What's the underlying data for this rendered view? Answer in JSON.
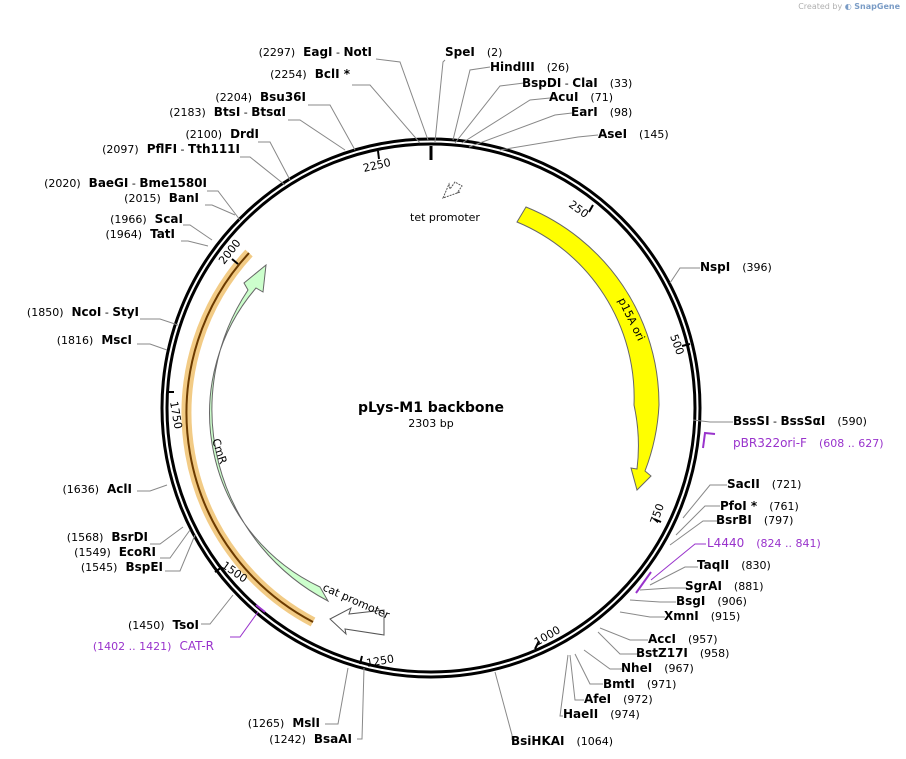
{
  "credit": {
    "prefix": "Created by",
    "brand": "SnapGene"
  },
  "plasmid": {
    "name": "pLys-M1 backbone",
    "size_label": "2303 bp",
    "length": 2303
  },
  "ticks": [
    "2250",
    "250",
    "500",
    "750",
    "1000",
    "1250",
    "1500",
    "1750",
    "2000"
  ],
  "enzymes": [
    {
      "name": "EagI",
      "sep": " - ",
      "name2": "NotI",
      "pos": "(2297)",
      "side": "left"
    },
    {
      "name": "BclI *",
      "pos": "(2254)",
      "side": "left"
    },
    {
      "name": "Bsu36I",
      "pos": "(2204)",
      "side": "left"
    },
    {
      "name": "BtsI",
      "sep": " - ",
      "name2": "BtsαI",
      "pos": "(2183)",
      "side": "left"
    },
    {
      "name": "DrdI",
      "pos": "(2100)",
      "side": "left"
    },
    {
      "name": "PflFI",
      "sep": " - ",
      "name2": "Tth111I",
      "pos": "(2097)",
      "side": "left"
    },
    {
      "name": "BaeGI",
      "sep": " - ",
      "name2": "Bme1580I",
      "pos": "(2020)",
      "side": "left"
    },
    {
      "name": "BanI",
      "pos": "(2015)",
      "side": "left"
    },
    {
      "name": "ScaI",
      "pos": "(1966)",
      "side": "left"
    },
    {
      "name": "TatI",
      "pos": "(1964)",
      "side": "left"
    },
    {
      "name": "NcoI",
      "sep": " - ",
      "name2": "StyI",
      "pos": "(1850)",
      "side": "left"
    },
    {
      "name": "MscI",
      "pos": "(1816)",
      "side": "left"
    },
    {
      "name": "AclI",
      "pos": "(1636)",
      "side": "left"
    },
    {
      "name": "BsrDI",
      "pos": "(1568)",
      "side": "left"
    },
    {
      "name": "EcoRI",
      "pos": "(1549)",
      "side": "left"
    },
    {
      "name": "BspEI",
      "pos": "(1545)",
      "side": "left"
    },
    {
      "name": "TsoI",
      "pos": "(1450)",
      "side": "left"
    },
    {
      "name": "MslI",
      "pos": "(1265)",
      "side": "left"
    },
    {
      "name": "BsaAI",
      "pos": "(1242)",
      "side": "left"
    },
    {
      "name": "SpeI",
      "pos": "(2)",
      "side": "right"
    },
    {
      "name": "HindIII",
      "pos": "(26)",
      "side": "right"
    },
    {
      "name": "BspDI",
      "sep": " - ",
      "name2": "ClaI",
      "pos": "(33)",
      "side": "right"
    },
    {
      "name": "AcuI",
      "pos": "(71)",
      "side": "right"
    },
    {
      "name": "EarI",
      "pos": "(98)",
      "side": "right"
    },
    {
      "name": "AseI",
      "pos": "(145)",
      "side": "right"
    },
    {
      "name": "NspI",
      "pos": "(396)",
      "side": "right"
    },
    {
      "name": "BssSI",
      "sep": " - ",
      "name2": "BssSαI",
      "pos": "(590)",
      "side": "right"
    },
    {
      "name": "SacII",
      "pos": "(721)",
      "side": "right"
    },
    {
      "name": "PfoI *",
      "pos": "(761)",
      "side": "right"
    },
    {
      "name": "BsrBI",
      "pos": "(797)",
      "side": "right"
    },
    {
      "name": "TaqII",
      "pos": "(830)",
      "side": "right"
    },
    {
      "name": "SgrAI",
      "pos": "(881)",
      "side": "right"
    },
    {
      "name": "BsgI",
      "pos": "(906)",
      "side": "right"
    },
    {
      "name": "XmnI",
      "pos": "(915)",
      "side": "right"
    },
    {
      "name": "AccI",
      "pos": "(957)",
      "side": "right"
    },
    {
      "name": "BstZ17I",
      "pos": "(958)",
      "side": "right"
    },
    {
      "name": "NheI",
      "pos": "(967)",
      "side": "right"
    },
    {
      "name": "BmtI",
      "pos": "(971)",
      "side": "right"
    },
    {
      "name": "AfeI",
      "pos": "(972)",
      "side": "right"
    },
    {
      "name": "HaeII",
      "pos": "(974)",
      "side": "right"
    },
    {
      "name": "BsiHKAI",
      "pos": "(1064)",
      "side": "right"
    }
  ],
  "primers": [
    {
      "name": "pBR322ori-F",
      "range": "(608 .. 627)",
      "color": "#9933cc"
    },
    {
      "name": "L4440",
      "range": "(824 .. 841)",
      "color": "#9933cc"
    },
    {
      "name": "CAT-R",
      "range": "(1402 .. 1421)",
      "color": "#9933cc"
    }
  ],
  "features": [
    {
      "name": "p15A ori",
      "color": "#ffff00",
      "type": "rep_origin"
    },
    {
      "name": "CmR",
      "color": "#ccffcc",
      "type": "CDS"
    },
    {
      "name": "tet promoter",
      "color": "#ffffff",
      "type": "promoter"
    },
    {
      "name": "cat promoter",
      "color": "#ffffff",
      "type": "promoter"
    }
  ],
  "highlight_color": "#e8a020"
}
